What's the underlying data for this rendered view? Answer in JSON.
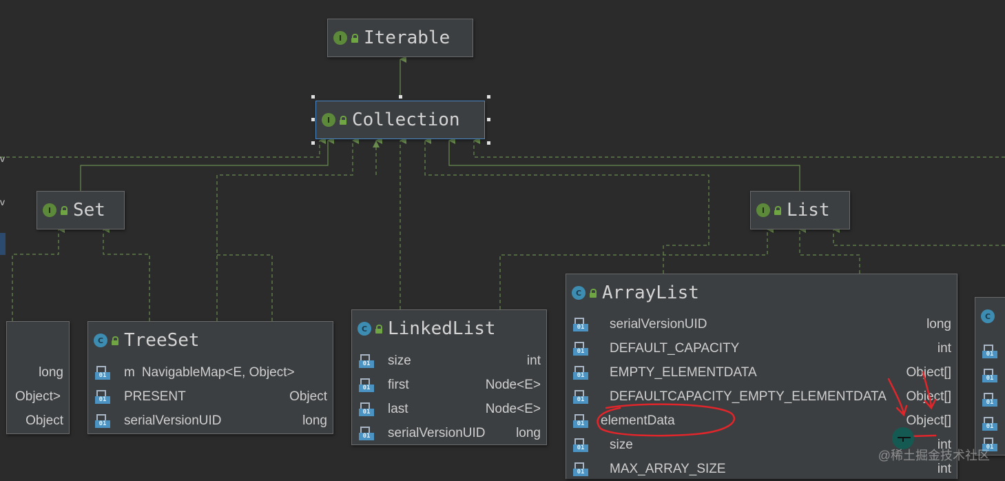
{
  "nodes": {
    "iterable": {
      "name": "Iterable",
      "kind": "I"
    },
    "collection": {
      "name": "Collection",
      "kind": "I"
    },
    "set": {
      "name": "Set",
      "kind": "I"
    },
    "list": {
      "name": "List",
      "kind": "I"
    },
    "treeset": {
      "name": "TreeSet",
      "kind": "C",
      "fields": [
        {
          "name": "m",
          "type": "NavigableMap<E, Object>"
        },
        {
          "name": "PRESENT",
          "type": "Object"
        },
        {
          "name": "serialVersionUID",
          "type": "long"
        }
      ]
    },
    "linkedlist": {
      "name": "LinkedList",
      "kind": "C",
      "fields": [
        {
          "name": "size",
          "type": "int"
        },
        {
          "name": "first",
          "type": "Node<E>"
        },
        {
          "name": "last",
          "type": "Node<E>"
        },
        {
          "name": "serialVersionUID",
          "type": "long"
        }
      ]
    },
    "arraylist": {
      "name": "ArrayList",
      "kind": "C",
      "fields": [
        {
          "name": "serialVersionUID",
          "type": "long"
        },
        {
          "name": "DEFAULT_CAPACITY",
          "type": "int"
        },
        {
          "name": "EMPTY_ELEMENTDATA",
          "type": "Object[]"
        },
        {
          "name": "DEFAULTCAPACITY_EMPTY_ELEMENTDATA",
          "type": "Object[]"
        },
        {
          "name": "elementData",
          "type": "Object[]"
        },
        {
          "name": "size",
          "type": "int"
        },
        {
          "name": "MAX_ARRAY_SIZE",
          "type": "int"
        }
      ]
    },
    "partial_left": {
      "types": [
        "long",
        "Object>",
        "Object"
      ]
    },
    "partial_right": {
      "kind": "C"
    }
  },
  "field_icon_label": "01",
  "side_letters": [
    "v",
    "v"
  ],
  "watermark": "@稀土掘金技术社区",
  "colors": {
    "background": "#2b2b2b",
    "node_fill": "#3c3f41",
    "edge": "#6a8d4f",
    "selection": "#4a88c7",
    "annotation": "#e0262b",
    "cursor": "#155a52"
  }
}
